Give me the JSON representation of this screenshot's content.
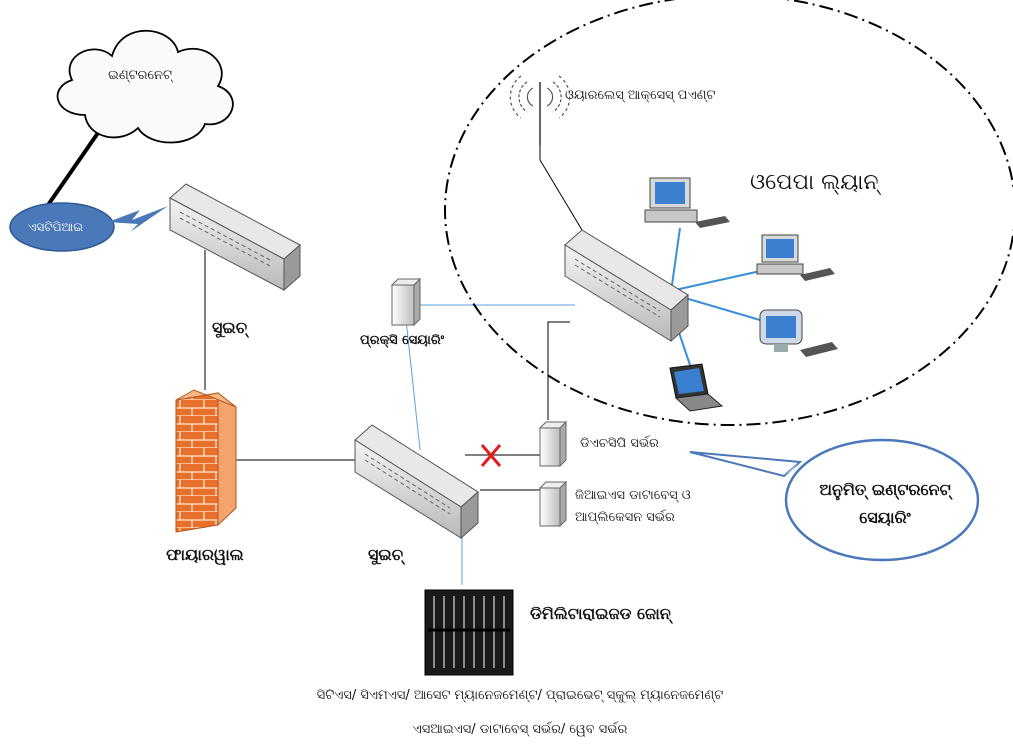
{
  "labels": {
    "internet": "ଇଣ୍ଟରନେଟ୍",
    "isp": "ଏସଟିପିଆଇ",
    "switch_top": "ସୁଇଚ୍",
    "firewall": "ଫାୟାରୱାଲ",
    "switch_main": "ସୁଇଚ୍",
    "proxy": "ପ୍ରକ୍ସି ସେୟାରିଂ",
    "wireless_ap": "ଓୟାରଲେସ୍ ଆକ୍ସେସ୍ ପଏଣ୍ଟ",
    "wifi_lan": "ଓପେପା ଲ୍ୟାନ୍",
    "dhcp_server": "ଡିଏଚସିପି ସର୍ଭର",
    "app_server_line1": "ଜିଆଇଏସ ଡାଟାବେସ୍ ଓ",
    "app_server_line2": "ଆପ୍ଲିକେସନ ସର୍ଭର",
    "callout_line1": "ଅନୁମିତ୍ ଇଣ୍ଟରନେଟ୍",
    "callout_line2": "ସେୟାରିଂ",
    "dmz": "ଡିମିଲିଟାରାଇଜଡ ଜୋନ୍",
    "footer_line1": "ସିଟିଏସ/ ସିଏମଏସ/ ଆସେଟ ମ୍ୟାନେଜମେଣ୍ଟ/ ପ୍ରାଇଭେଟ୍ ସ୍କୁଲ୍ ମ୍ୟାନେଜମେଣ୍ଟ",
    "footer_line2": "ଏସଆଇଏସ/ ଡାଟାବେସ୍ ସର୍ଭର/ ୱେବ ସର୍ଭର"
  },
  "colors": {
    "firewall": "#e8702a",
    "isp_ellipse": "#4a78b8",
    "lan_links": "#3a8fd8",
    "blocked_mark": "#e02020"
  }
}
